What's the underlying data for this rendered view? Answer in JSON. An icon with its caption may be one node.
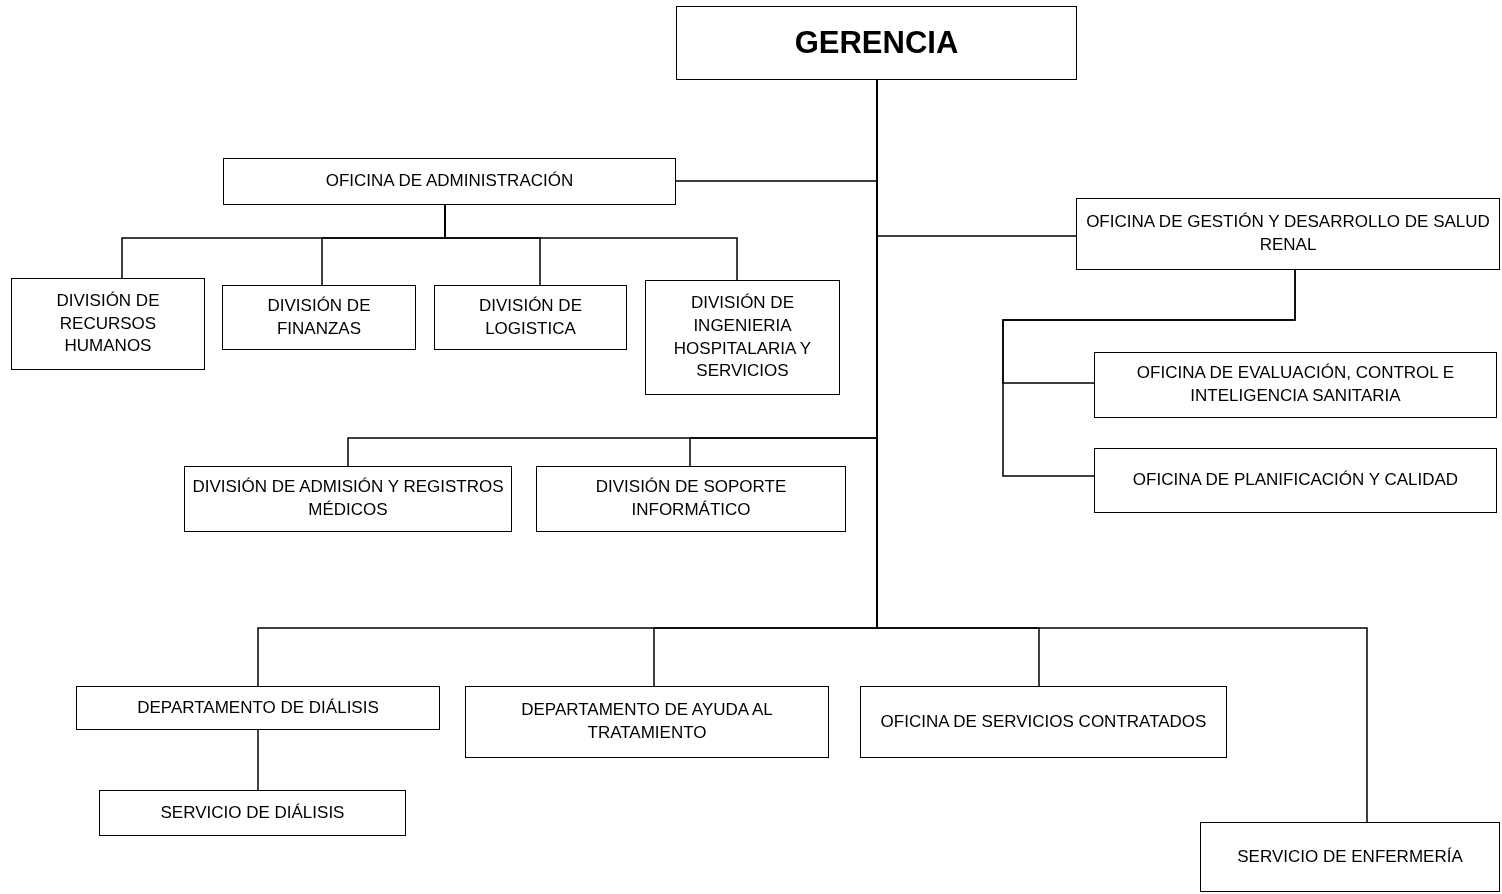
{
  "diagram": {
    "nodes": [
      {
        "text": [
          "GERENCIA"
        ]
      },
      {
        "text": [
          "OFICINA DE ADMINISTRACIÓN"
        ]
      },
      {
        "text": [
          "DIVISIÓN DE RECURSOS HUMANOS"
        ]
      },
      {
        "text": [
          "DIVISIÓN DE FINANZAS"
        ]
      },
      {
        "text": [
          "DIVISIÓN DE LOGISTICA"
        ]
      },
      {
        "text": [
          "DIVISIÓN DE INGENIERIA HOSPITALARIA Y SERVICIOS"
        ]
      },
      {
        "text": [
          "OFICINA DE GESTIÓN Y DESARROLLO DE SALUD RENAL"
        ]
      },
      {
        "text": [
          "OFICINA DE EVALUACIÓN, CONTROL E INTELIGENCIA SANITARIA"
        ]
      },
      {
        "text": [
          "OFICINA DE PLANIFICACIÓN Y CALIDAD"
        ]
      },
      {
        "text": [
          "DIVISIÓN DE ADMISIÓN Y REGISTROS MÉDICOS"
        ]
      },
      {
        "text": [
          "DIVISIÓN DE SOPORTE INFORMÁTICO"
        ]
      },
      {
        "text": [
          "DEPARTAMENTO DE DIÁLISIS"
        ]
      },
      {
        "text": [
          "DEPARTAMENTO DE AYUDA AL TRATAMIENTO"
        ]
      },
      {
        "text": [
          "OFICINA DE SERVICIOS CONTRATADOS"
        ]
      },
      {
        "text": [
          "SERVICIO DE DIÁLISIS"
        ]
      },
      {
        "text": [
          "SERVICIO DE ENFERMERÍA"
        ]
      }
    ],
    "edges": [
      {
        "from": 0,
        "to": 1,
        "arrow": "none"
      },
      {
        "from": 0,
        "to": 6,
        "arrow": "none"
      },
      {
        "from": 1,
        "to": 2,
        "arrow": "none"
      },
      {
        "from": 1,
        "to": 3,
        "arrow": "none"
      },
      {
        "from": 1,
        "to": 4,
        "arrow": "none"
      },
      {
        "from": 1,
        "to": 5,
        "arrow": "none"
      },
      {
        "from": 0,
        "to": 9,
        "arrow": "none"
      },
      {
        "from": 0,
        "to": 10,
        "arrow": "none"
      },
      {
        "from": 6,
        "to": 7,
        "arrow": "none"
      },
      {
        "from": 6,
        "to": 8,
        "arrow": "none"
      },
      {
        "from": 0,
        "to": 11,
        "arrow": "none"
      },
      {
        "from": 0,
        "to": 12,
        "arrow": "none"
      },
      {
        "from": 0,
        "to": 13,
        "arrow": "none"
      },
      {
        "from": 0,
        "to": 15,
        "arrow": "none"
      },
      {
        "from": 11,
        "to": 14,
        "arrow": "none"
      }
    ]
  }
}
